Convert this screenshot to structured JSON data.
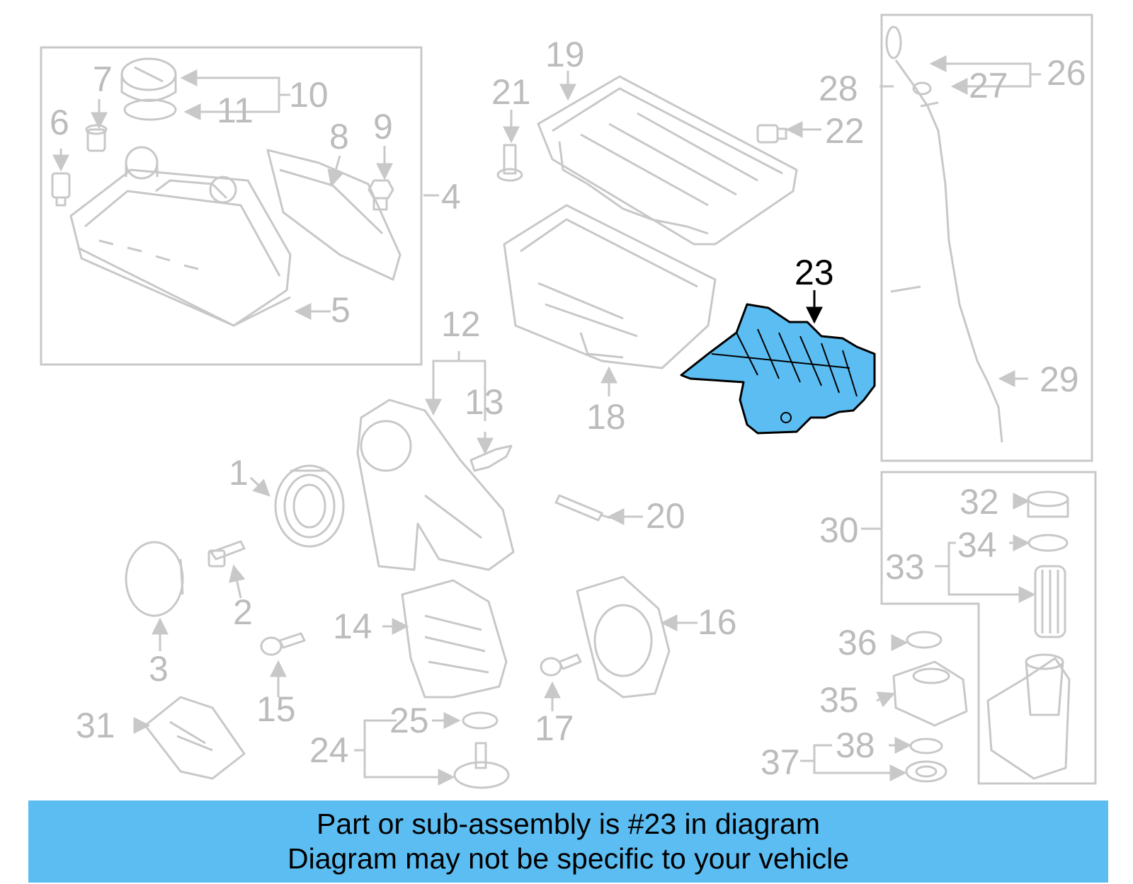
{
  "colors": {
    "ghost": "#c8c8c8",
    "callout_gray": "#bcbcbc",
    "highlight_fill": "#5cbdf2",
    "highlight_text": "#000000",
    "banner": "#5cbdf2"
  },
  "highlighted_part": "23",
  "callouts": [
    "1",
    "2",
    "3",
    "4",
    "5",
    "6",
    "7",
    "8",
    "9",
    "10",
    "11",
    "12",
    "13",
    "14",
    "15",
    "16",
    "17",
    "18",
    "19",
    "20",
    "21",
    "22",
    "23",
    "24",
    "25",
    "26",
    "27",
    "28",
    "29",
    "30",
    "31",
    "32",
    "33",
    "34",
    "35",
    "36",
    "37",
    "38"
  ],
  "banner": {
    "line1": "Part or sub-assembly is #23 in diagram",
    "line2": "Diagram may not be specific to your vehicle"
  }
}
